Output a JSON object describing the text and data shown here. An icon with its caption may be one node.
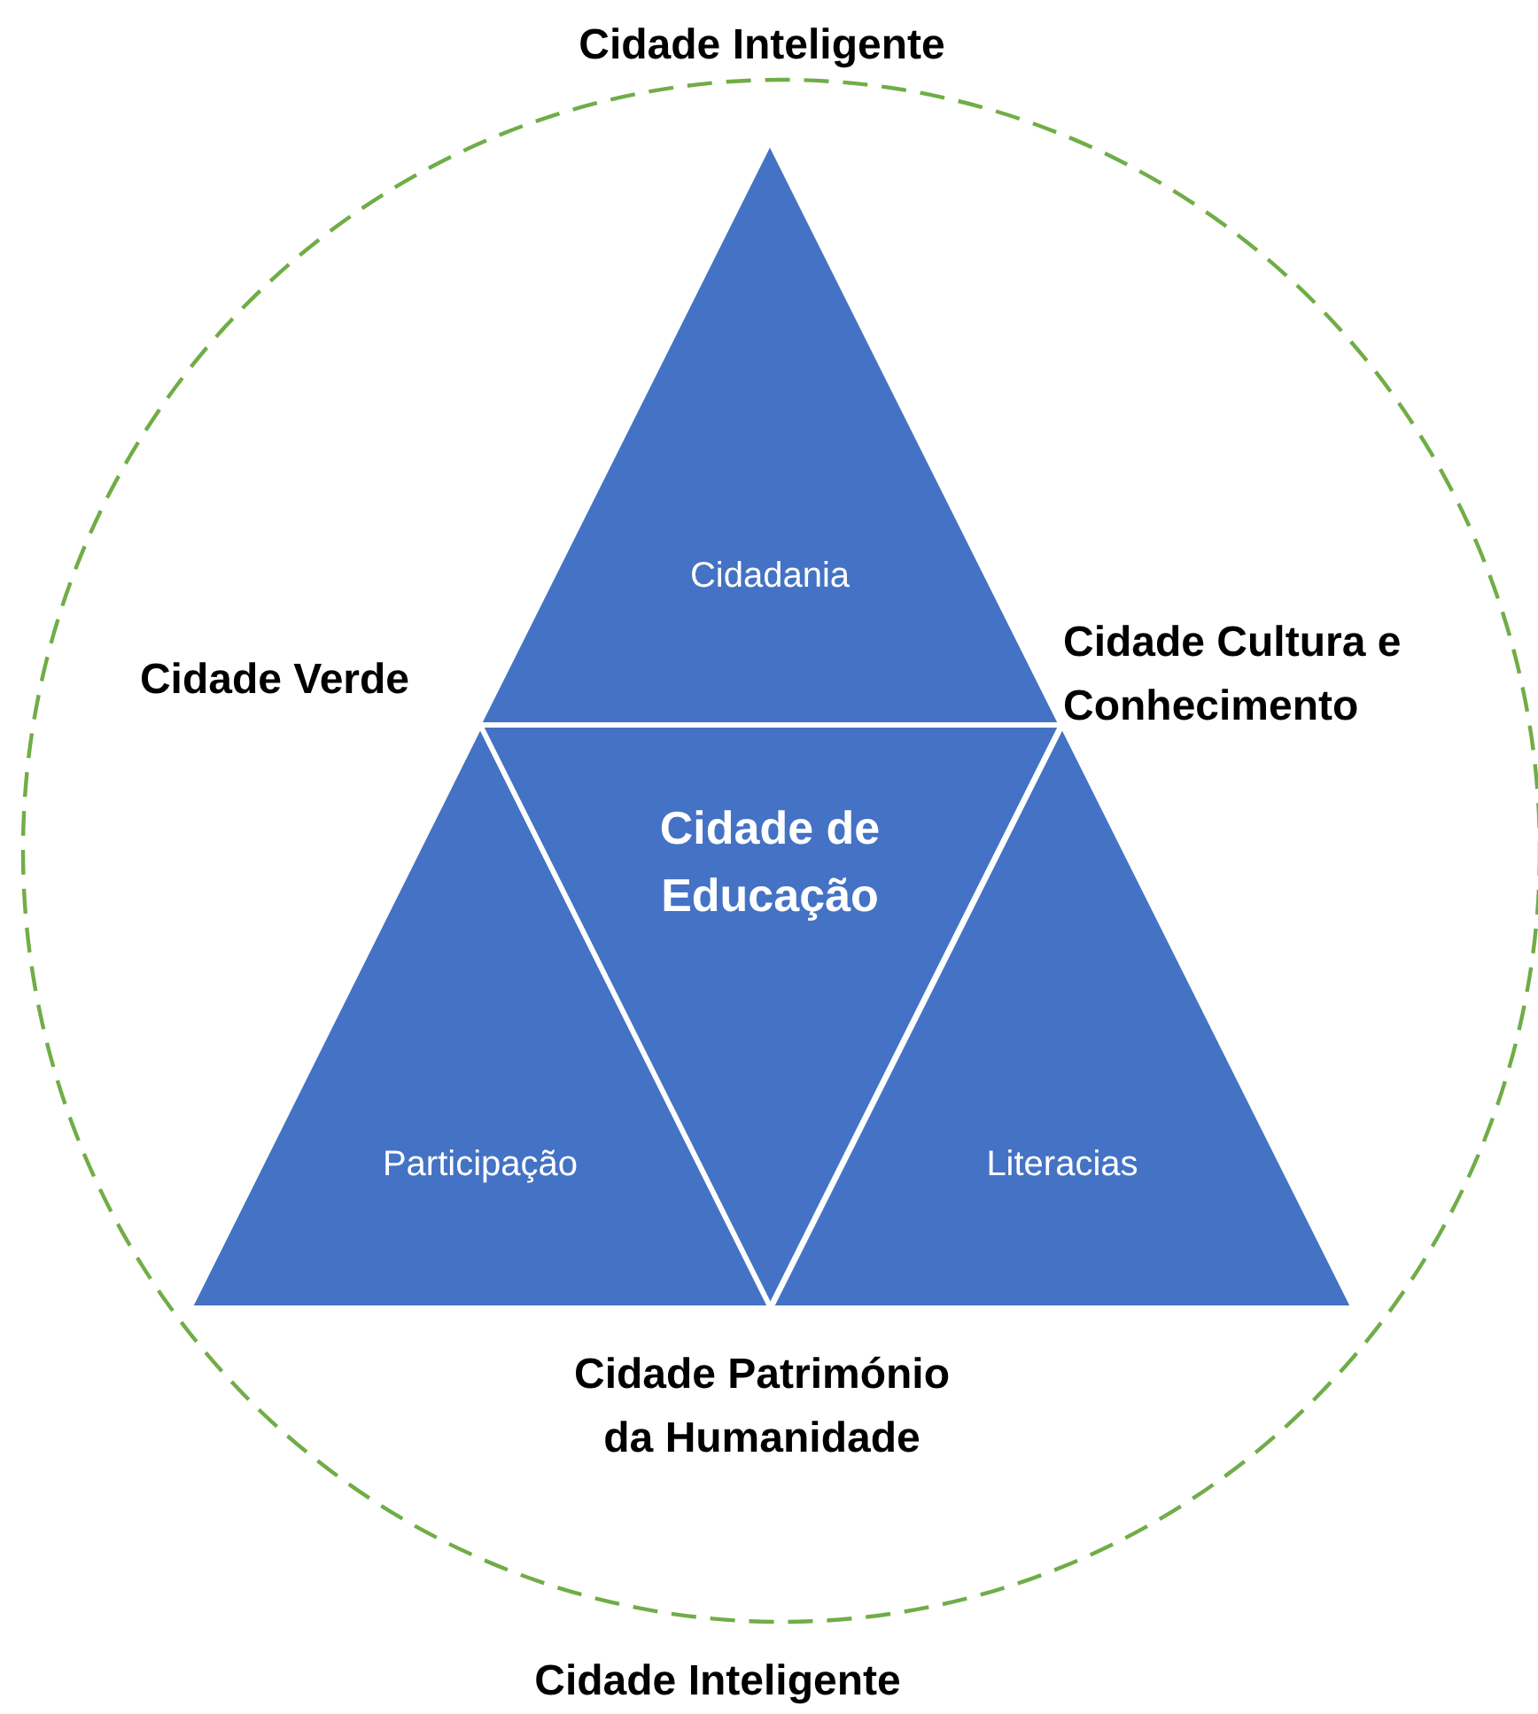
{
  "diagram": {
    "nodes": [
      {
        "text": [
          "Cidade Inteligente",
          "Cidade Verde",
          "Cidade Cultura e Conhecimento",
          "Cidade Património da Humanidade",
          "Cidade Inteligente"
        ]
      },
      {
        "text": [
          "Cidadania"
        ],
        "in": 0
      },
      {
        "text": [
          "Cidade de Educação"
        ],
        "in": 0
      },
      {
        "text": [
          "Participação"
        ],
        "in": 0
      },
      {
        "text": [
          "Literacias"
        ],
        "in": 0
      }
    ],
    "edges": []
  }
}
